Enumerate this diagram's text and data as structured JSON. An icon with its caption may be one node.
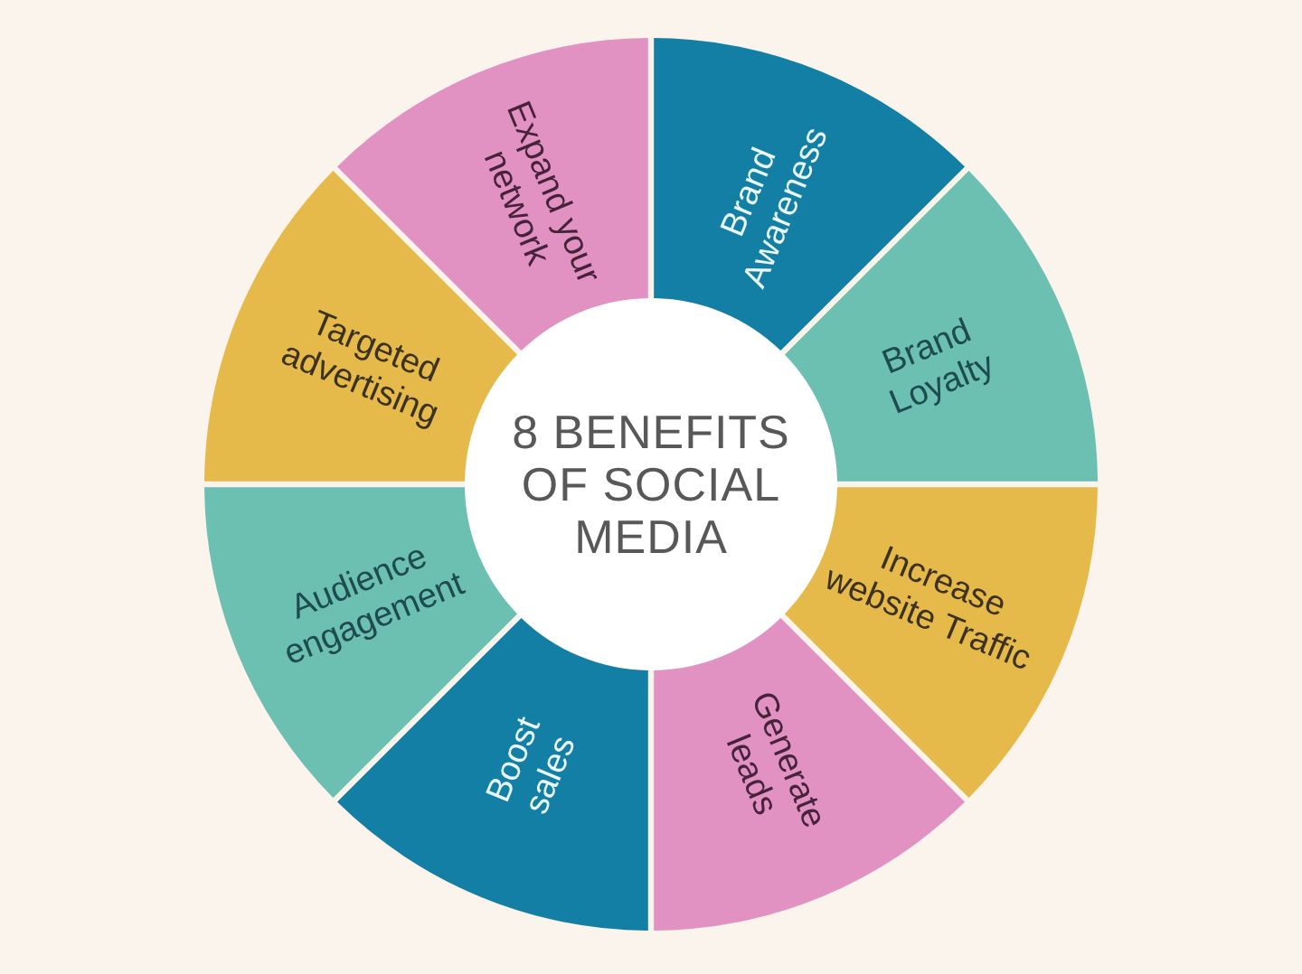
{
  "diagram": {
    "nodes": [
      {
        "text": [
          "8 BENEFITS OF SOCIAL MEDIA"
        ]
      },
      {
        "text": [
          "Brand Awareness"
        ]
      },
      {
        "text": [
          "Brand Loyalty"
        ]
      },
      {
        "text": [
          "Increase website Traffic"
        ]
      },
      {
        "text": [
          "Generate leads"
        ]
      },
      {
        "text": [
          "Boost sales"
        ]
      },
      {
        "text": [
          "Audience engagement"
        ]
      },
      {
        "text": [
          "Targeted advertising"
        ]
      },
      {
        "text": [
          "Expand your network"
        ]
      }
    ]
  }
}
